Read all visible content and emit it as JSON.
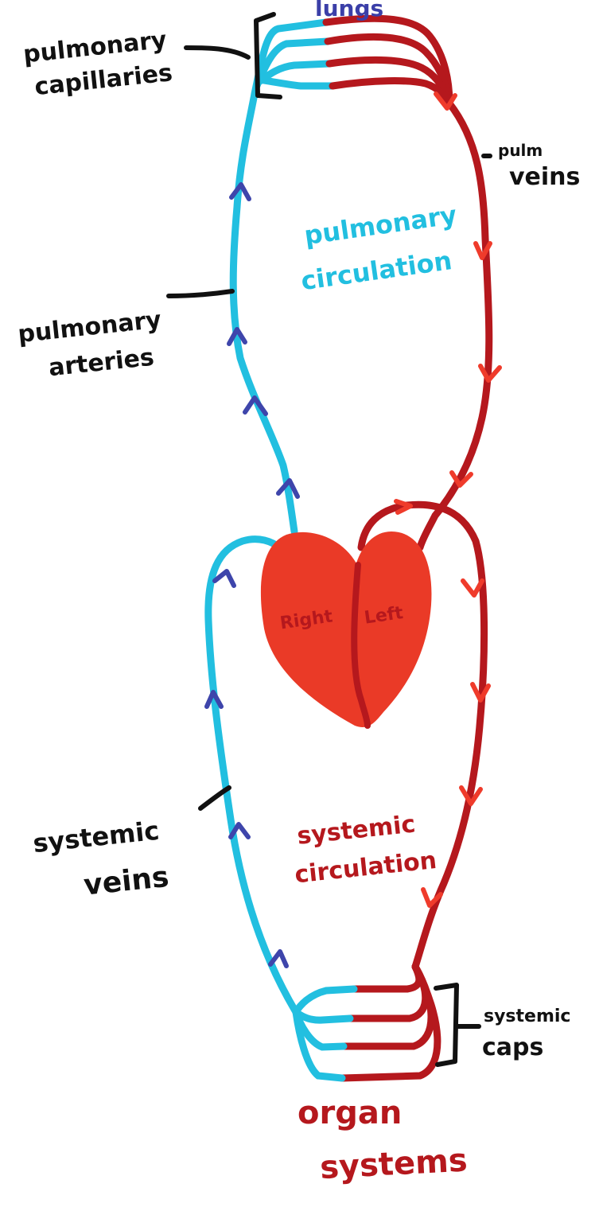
{
  "labels": {
    "lungs": "lungs",
    "pulmonary_capillaries_1": "pulmonary",
    "pulmonary_capillaries_2": "capillaries",
    "pulm_veins_1": "pulm",
    "pulm_veins_2": "veins",
    "pulmonary_circulation_1": "pulmonary",
    "pulmonary_circulation_2": "circulation",
    "pulmonary_arteries_1": "pulmonary",
    "pulmonary_arteries_2": "arteries",
    "right": "Right",
    "left": "Left",
    "systemic_veins_1": "systemic",
    "systemic_veins_2": "veins",
    "systemic_circulation_1": "systemic",
    "systemic_circulation_2": "circulation",
    "systemic_caps_1": "systemic",
    "systemic_caps_2": "caps",
    "organ_systems_1": "organ",
    "organ_systems_2": "systems"
  },
  "colors": {
    "deoxygenated": "#22bfe0",
    "oxygenated": "#b5181d",
    "heart": "#ea3a27",
    "heart_divider": "#b5181d",
    "blue_arrow": "#3e45ab",
    "red_arrow": "#ef3b2b",
    "label_black": "#111111",
    "label_navy": "#3b3fa8",
    "label_cyan": "#22bfe0",
    "label_red": "#b5181d",
    "heart_text": "#b5181d"
  }
}
